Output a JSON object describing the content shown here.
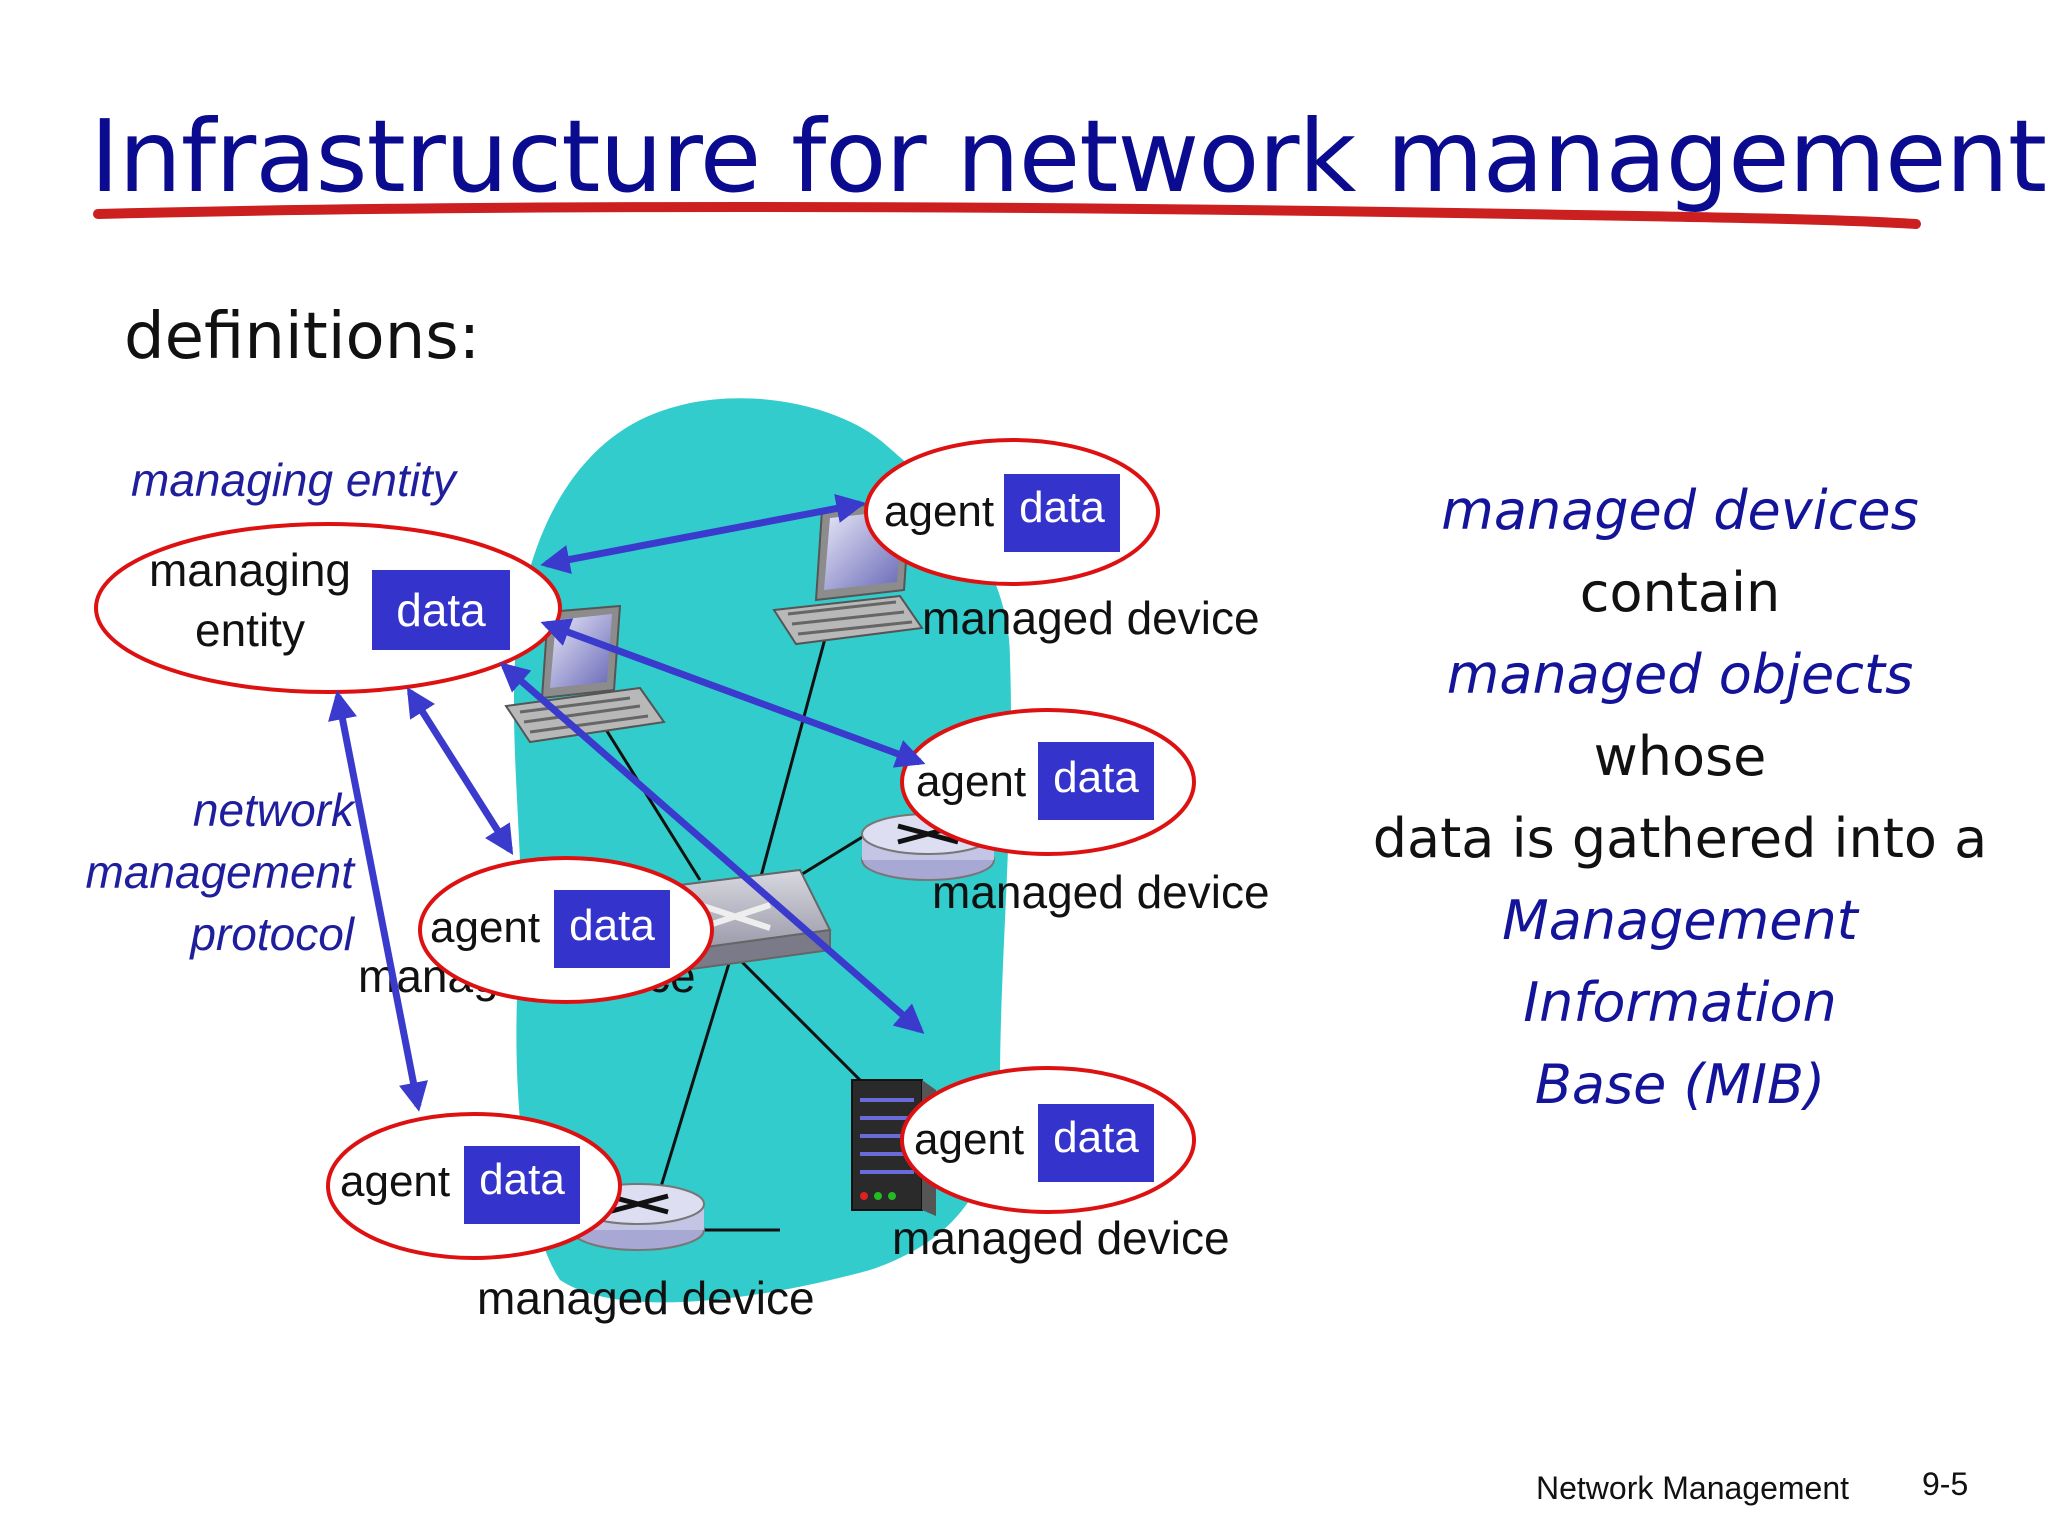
{
  "title": "Infrastructure for network management",
  "subtitle": "definitions:",
  "diagram": {
    "managing_entity_caption": "managing entity",
    "managing_entity_box": {
      "line1": "managing",
      "line2": "entity",
      "data": "data"
    },
    "protocol_label": [
      "network",
      "management",
      "protocol"
    ],
    "agent_word": "agent",
    "data_word": "data",
    "device_label": "managed device"
  },
  "definition": {
    "lines": [
      {
        "text": "managed devices",
        "style": "blue"
      },
      {
        "text": "contain",
        "style": "black"
      },
      {
        "text": "managed objects",
        "style": "blue"
      },
      {
        "text": "whose",
        "style": "black"
      },
      {
        "text": "data is gathered into a",
        "style": "black"
      },
      {
        "text": "Management",
        "style": "blue"
      },
      {
        "text": "Information",
        "style": "blue"
      },
      {
        "text": "Base (MIB)",
        "style": "blue"
      }
    ]
  },
  "footer": {
    "title": "Network Management",
    "page": "9-5"
  },
  "colors": {
    "title": "#0b0b8f",
    "blob": "#33cccc",
    "arrow": "#3a3acc",
    "ellipse": "#dd1111",
    "data_box": "#3434cc"
  }
}
